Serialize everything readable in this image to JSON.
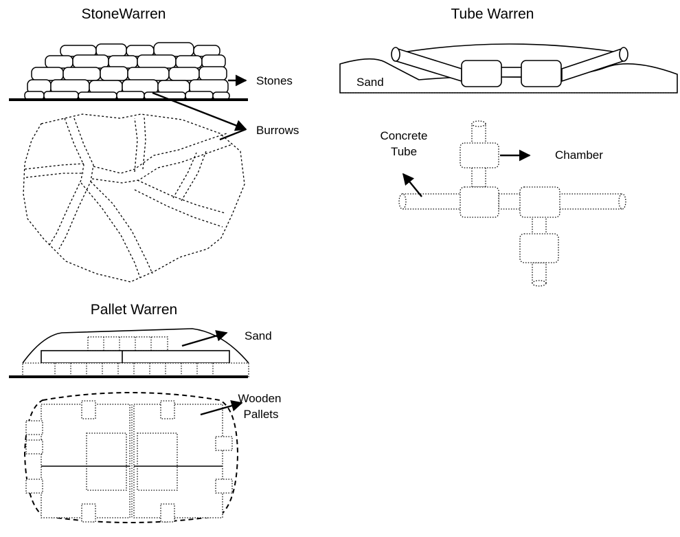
{
  "stone_warren": {
    "title": "StoneWarren",
    "stones_label": "Stones",
    "burrows_label": "Burrows"
  },
  "tube_warren": {
    "title": "Tube Warren",
    "sand_label": "Sand",
    "concrete_tube_label": [
      "Concrete",
      "Tube"
    ],
    "chamber_label": "Chamber"
  },
  "pallet_warren": {
    "title": "Pallet Warren",
    "sand_label": "Sand",
    "wooden_pallets_label": [
      "Wooden",
      "Pallets"
    ]
  }
}
